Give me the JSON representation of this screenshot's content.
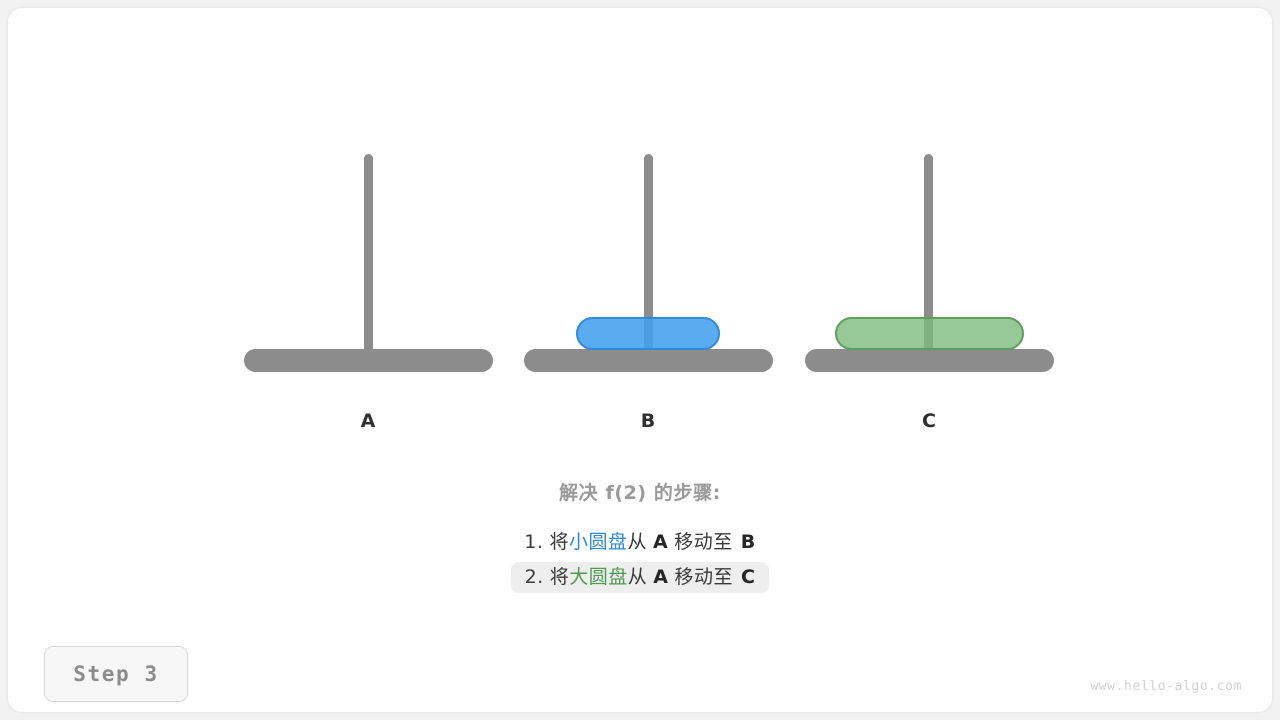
{
  "watermark": "www.hello-algo.com",
  "badge": {
    "label": "Step 3"
  },
  "colors": {
    "peg": "#8c8c8c",
    "small_disk": "#42a1ed",
    "small_disk_border": "#2f8ad8",
    "large_disk": "#7cbc7c",
    "large_disk_border": "#5d9e5f",
    "background": "#ffffff",
    "highlight_row": "#eeeeee",
    "title_text": "#9a9a9a",
    "body_text": "#3a3a3a"
  },
  "towers": [
    {
      "id": "A",
      "label": "A",
      "disks": []
    },
    {
      "id": "B",
      "label": "B",
      "disks": [
        {
          "size": "small",
          "name": "small-disk"
        }
      ]
    },
    {
      "id": "C",
      "label": "C",
      "disks": [
        {
          "size": "large",
          "name": "large-disk"
        }
      ]
    }
  ],
  "caption": {
    "title": "解决 f(2) 的步骤:",
    "steps": [
      {
        "index": "1.",
        "prefix": "将",
        "disk": "小圆盘",
        "disk_color": "blue",
        "from_word": "从",
        "from": "A",
        "move_word": "移动至",
        "to": "B",
        "highlighted": false
      },
      {
        "index": "2.",
        "prefix": "将",
        "disk": "大圆盘",
        "disk_color": "green",
        "from_word": "从",
        "from": "A",
        "move_word": "移动至",
        "to": "C",
        "highlighted": true
      }
    ]
  }
}
